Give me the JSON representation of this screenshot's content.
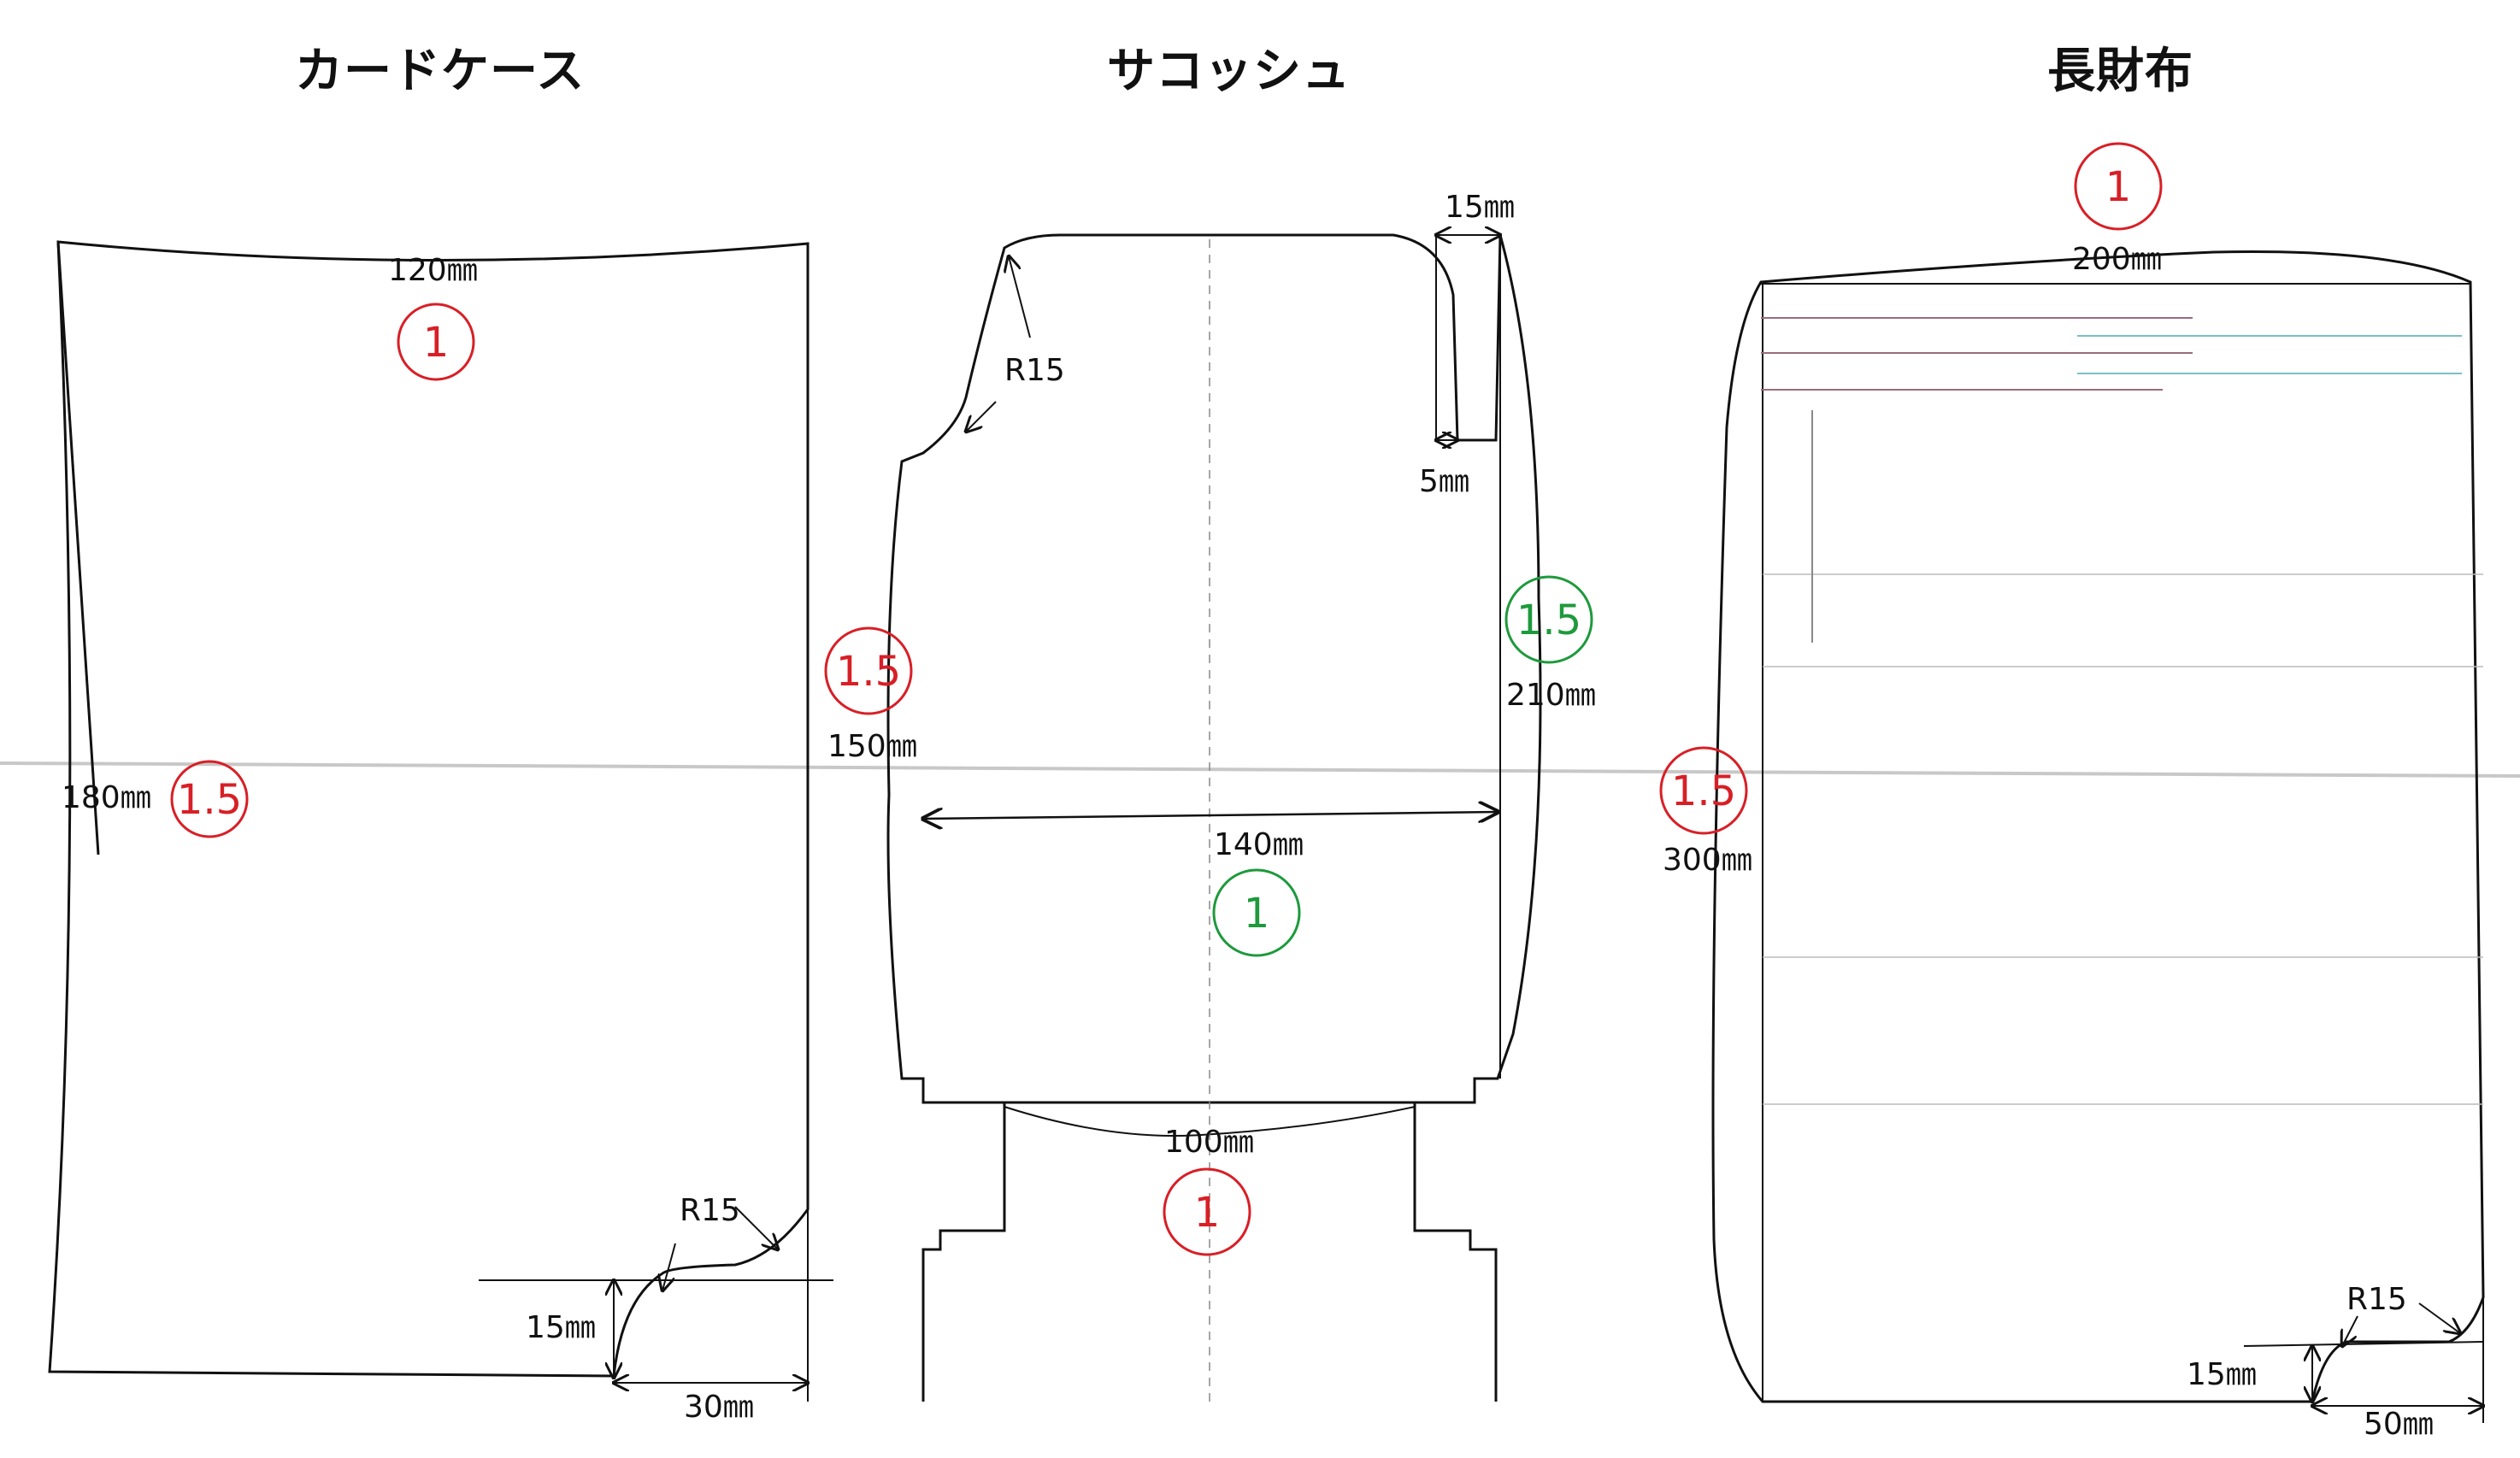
{
  "titles": {
    "card_case": "カードケース",
    "sacoche": "サコッシュ",
    "long_wallet": "長財布"
  },
  "card_case": {
    "width_label": "120㎜",
    "height_label": "180㎜",
    "thickness_top": "1",
    "thickness_side": "1.5",
    "radius_label": "R15",
    "corner_v_label": "15㎜",
    "corner_h_label": "30㎜"
  },
  "sacoche": {
    "top_gap_label": "15㎜",
    "notch_label": "5㎜",
    "radius_label": "R15",
    "left_thickness": "1.5",
    "left_height_label": "150㎜",
    "right_thickness": "1.5",
    "right_height_label": "210㎜",
    "width_label": "140㎜",
    "center_thickness": "1",
    "bottom_width_label": "100㎜",
    "bottom_thickness": "1"
  },
  "long_wallet": {
    "top_thickness": "1",
    "width_label": "200㎜",
    "side_thickness": "1.5",
    "height_label": "300㎜",
    "radius_label": "R15",
    "corner_v_label": "15㎜",
    "corner_h_label": "50㎜"
  },
  "colors": {
    "red": "#d81f26",
    "green": "#1e9a3c",
    "line": "#111111"
  }
}
